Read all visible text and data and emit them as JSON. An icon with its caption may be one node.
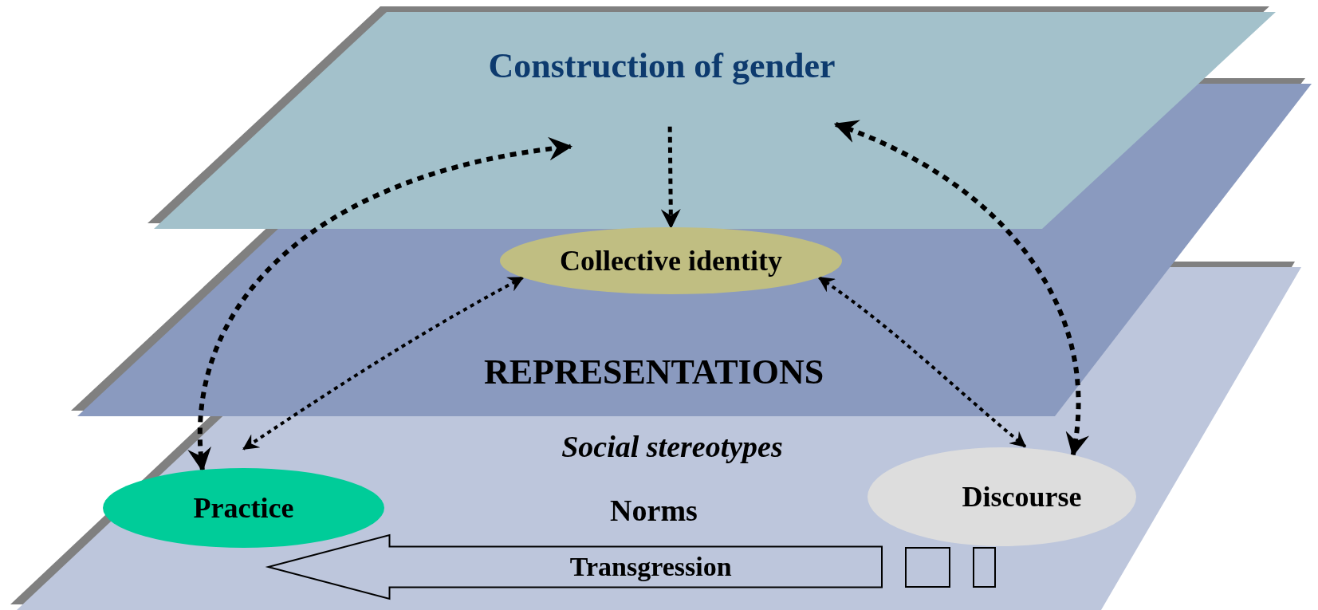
{
  "diagram": {
    "nodes": [
      {
        "text": [
          "Construction of gender"
        ]
      },
      {
        "text": [
          "REPRESENTATIONS"
        ]
      },
      {
        "text": [
          "Collective identity"
        ],
        "in": 1
      },
      {
        "text": [
          "Social stereotypes",
          "Norms"
        ]
      },
      {
        "text": [
          "Practice"
        ],
        "in": 3
      },
      {
        "text": [
          "Discourse"
        ],
        "in": 3
      },
      {
        "text": [],
        "shape": "box",
        "in": 3
      },
      {
        "text": [],
        "shape": "box",
        "in": 3
      }
    ],
    "edges": [
      {
        "from": 0,
        "to": 2,
        "arrow": "to",
        "style": "dashed"
      },
      {
        "from": 4,
        "to": 0,
        "arrow": "both",
        "style": "dashed"
      },
      {
        "from": 0,
        "to": 5,
        "arrow": "both",
        "style": "dashed"
      },
      {
        "from": 2,
        "to": 4,
        "arrow": "both",
        "style": "dashed"
      },
      {
        "from": 2,
        "to": 5,
        "arrow": "both",
        "style": "dashed"
      },
      {
        "from": 5,
        "to": 4,
        "arrow": "to",
        "label": "Transgression",
        "style": "thick"
      }
    ]
  }
}
